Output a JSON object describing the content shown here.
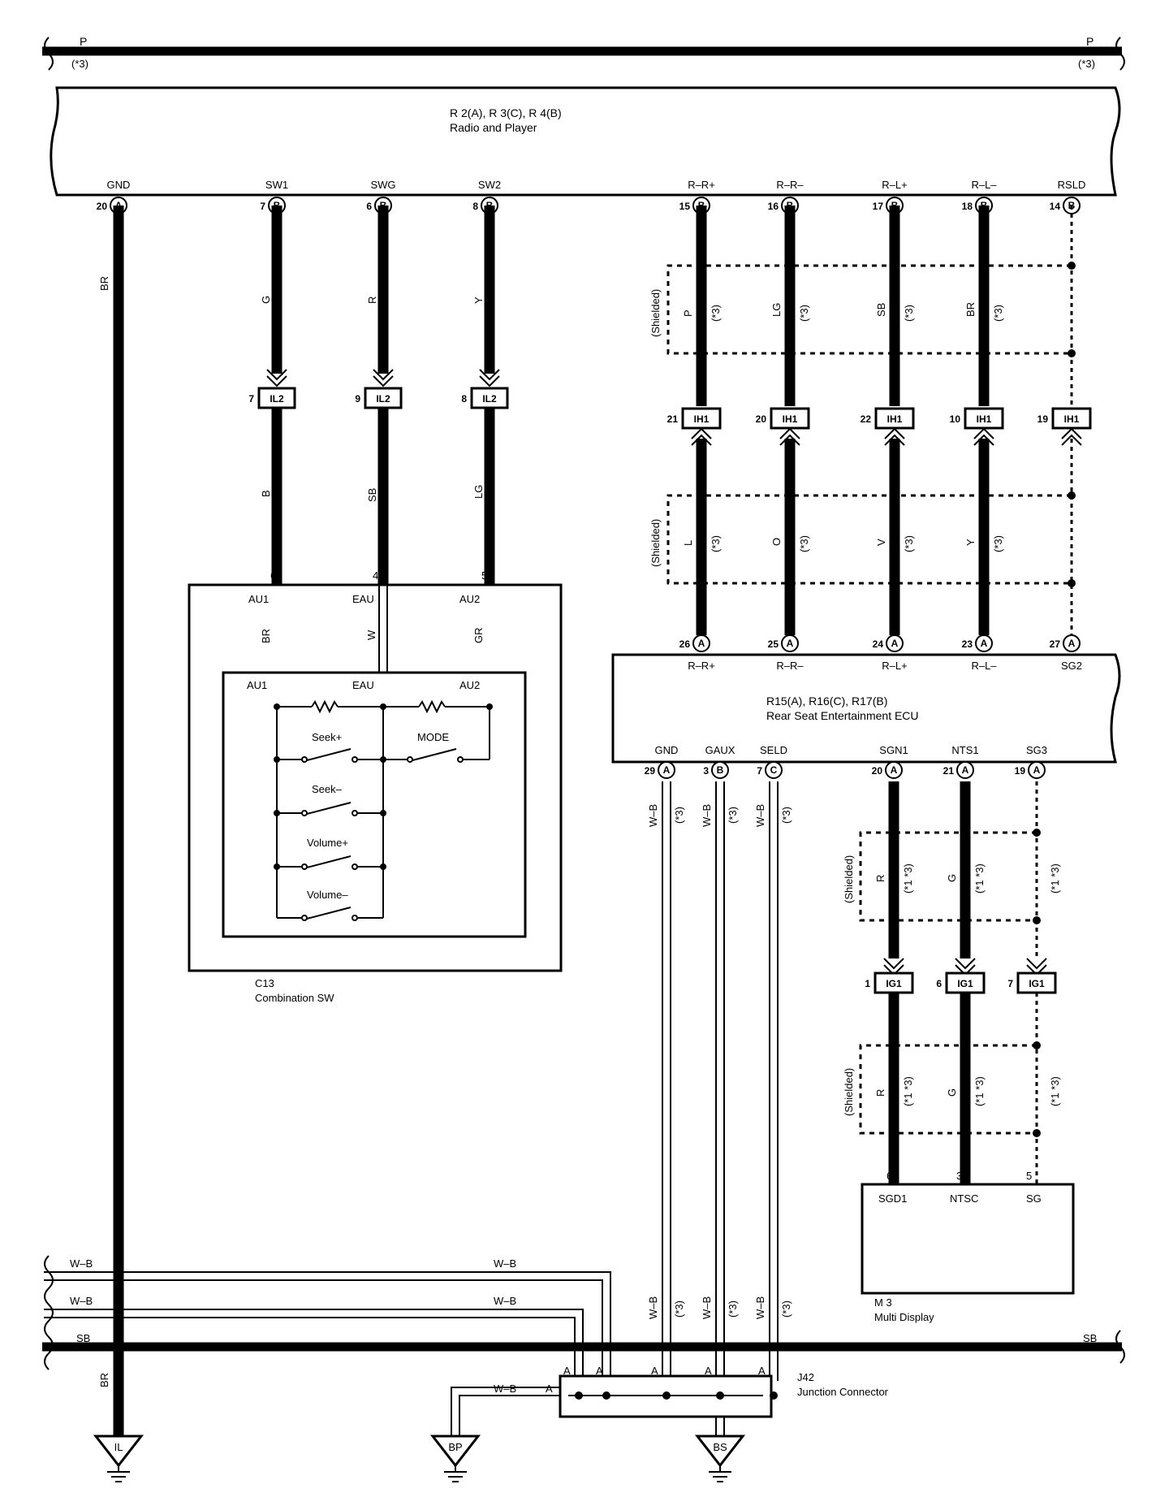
{
  "bus_top": {
    "left_label": "P",
    "left_note": "(*3)",
    "right_label": "P",
    "right_note": "(*3)"
  },
  "radio": {
    "codes": "R 2(A), R 3(C), R 4(B)",
    "name": "Radio and Player",
    "terminals": [
      "GND",
      "SW1",
      "SWG",
      "SW2",
      "R–R+",
      "R–R–",
      "R–L+",
      "R–L–",
      "RSLD"
    ],
    "pins": [
      {
        "num": "20",
        "conn": "A"
      },
      {
        "num": "7",
        "conn": "B"
      },
      {
        "num": "6",
        "conn": "B"
      },
      {
        "num": "8",
        "conn": "B"
      },
      {
        "num": "15",
        "conn": "B"
      },
      {
        "num": "16",
        "conn": "B"
      },
      {
        "num": "17",
        "conn": "B"
      },
      {
        "num": "18",
        "conn": "B"
      },
      {
        "num": "14",
        "conn": "B"
      }
    ]
  },
  "wire_colors": {
    "gnd": "BR",
    "sw_upper": [
      "G",
      "R",
      "Y"
    ],
    "sw_lower": [
      "B",
      "SB",
      "LG"
    ],
    "speaker_upper": [
      "P",
      "LG",
      "SB",
      "BR"
    ],
    "speaker_lower": [
      "L",
      "O",
      "V",
      "Y"
    ],
    "note": "(*3)",
    "shielded": "(Shielded)"
  },
  "il2": {
    "code": "IL2",
    "pins": [
      "7",
      "9",
      "8"
    ]
  },
  "ih1": {
    "code": "IH1",
    "pins": [
      "21",
      "20",
      "22",
      "10",
      "19"
    ]
  },
  "combination_sw": {
    "code": "C13",
    "name": "Combination SW",
    "outer_pins": [
      "6",
      "4",
      "5"
    ],
    "outer_terminals": [
      "AU1",
      "EAU",
      "AU2"
    ],
    "inner_colors": [
      "BR",
      "W",
      "GR"
    ],
    "inner_terminals": [
      "AU1",
      "EAU",
      "AU2"
    ],
    "switches": [
      "Seek+",
      "MODE",
      "Seek–",
      "Volume+",
      "Volume–"
    ]
  },
  "rse_ecu": {
    "codes": "R15(A), R16(C), R17(B)",
    "name": "Rear Seat Entertainment ECU",
    "top_terminals": [
      "R–R+",
      "R–R–",
      "R–L+",
      "R–L–",
      "SG2"
    ],
    "top_pins": [
      {
        "num": "26",
        "conn": "A"
      },
      {
        "num": "25",
        "conn": "A"
      },
      {
        "num": "24",
        "conn": "A"
      },
      {
        "num": "23",
        "conn": "A"
      },
      {
        "num": "27",
        "conn": "A"
      }
    ],
    "bottom_terminals": [
      "GND",
      "GAUX",
      "SELD",
      "SGN1",
      "NTS1",
      "SG3"
    ],
    "bottom_pins": [
      {
        "num": "29",
        "conn": "A"
      },
      {
        "num": "3",
        "conn": "B"
      },
      {
        "num": "7",
        "conn": "C"
      },
      {
        "num": "20",
        "conn": "A"
      },
      {
        "num": "21",
        "conn": "A"
      },
      {
        "num": "19",
        "conn": "A"
      }
    ]
  },
  "ecu_ground": {
    "color": "W–B",
    "note": "(*3)"
  },
  "display_wires": {
    "colors": [
      "R",
      "G"
    ],
    "note": "(*1 *3)",
    "shielded": "(Shielded)"
  },
  "ig1": {
    "code": "IG1",
    "pins": [
      "1",
      "6",
      "7"
    ]
  },
  "multi_display": {
    "code": "M 3",
    "name": "Multi Display",
    "pins": [
      "6",
      "3",
      "5"
    ],
    "terminals": [
      "SGD1",
      "NTSC",
      "SG"
    ]
  },
  "lower_wires": {
    "wb": "W–B",
    "sb": "SB",
    "br": "BR"
  },
  "junction": {
    "code": "J42",
    "name": "Junction Connector",
    "pin_letter": "A"
  },
  "grounds": [
    "IL",
    "BP",
    "BS"
  ]
}
